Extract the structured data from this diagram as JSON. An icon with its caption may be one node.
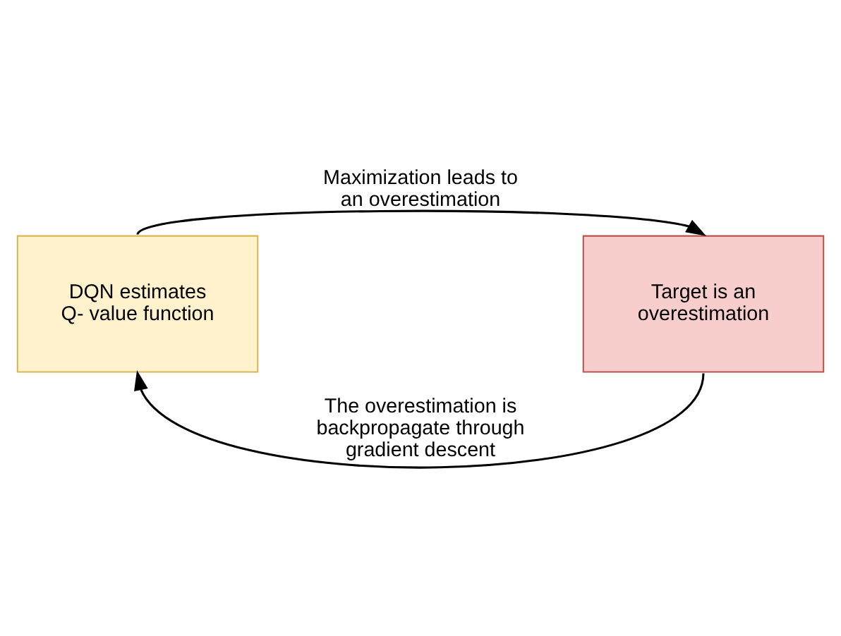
{
  "diagram": {
    "nodes": [
      {
        "text": [
          "DQN estimates Q- value function"
        ]
      },
      {
        "text": [
          "Target is an overestimation"
        ]
      }
    ],
    "edges": [
      {
        "from": 0,
        "to": 1,
        "arrow": "to",
        "label": "Maximization leads to an overestimation"
      },
      {
        "from": 1,
        "to": 0,
        "arrow": "to",
        "label": "The overestimation is backpropagate through gradient descent"
      }
    ]
  }
}
